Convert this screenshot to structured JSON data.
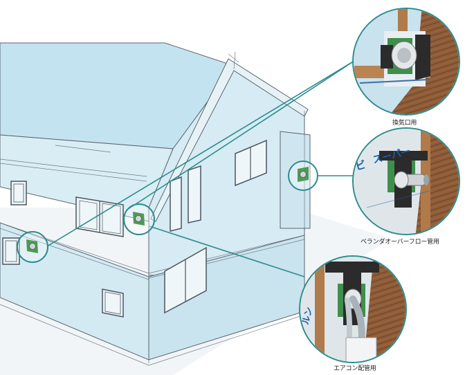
{
  "colors": {
    "accent_line": "#2a8c8c",
    "wall_tint": "#cfe6f1",
    "roof_tint": "#bfe0ee",
    "sketch_line": "#5a6670",
    "wood": "#8a5a36",
    "membrane_green": "#3f8f4c",
    "flange_black": "#2b2b2b"
  },
  "details": [
    {
      "id": "vent",
      "caption": "換気口用"
    },
    {
      "id": "veranda",
      "caption": "ベランダオーバーフロー管用"
    },
    {
      "id": "aircon",
      "caption": "エアコン配管用"
    }
  ],
  "membrane_print": {
    "veranda": "スーパー",
    "veranda_prefix": "ビ",
    "aircon": "ルン"
  }
}
